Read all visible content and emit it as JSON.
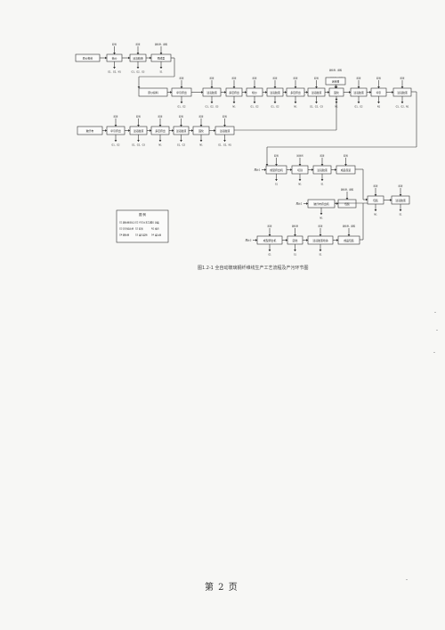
{
  "figure": {
    "caption": "图1.2-1  全自动玻璃钢纤维线生产工艺流程及产污环节图"
  },
  "process_lines": [
    {
      "id": "row1",
      "steps": [
        {
          "id": "r1_s1",
          "label": "原纱投料",
          "above": "",
          "below": ""
        },
        {
          "id": "r1_s2",
          "label": "梳纱",
          "above": "胶液",
          "below": "G1、G2、N1"
        },
        {
          "id": "r1_s3",
          "label": "浸渍胶液",
          "above": "胶液",
          "below": "G1、G2、G3"
        },
        {
          "id": "r1_s4",
          "label": "预成型",
          "above": "固化剂、颜料",
          "below": "S1"
        }
      ]
    },
    {
      "id": "row2",
      "steps": [
        {
          "id": "r2_s1",
          "label": "原纱投料",
          "above": "",
          "below": ""
        },
        {
          "id": "r2_s2",
          "label": "牵引挤出",
          "above": "胶液",
          "below": "G1、G2"
        },
        {
          "id": "r2_s3",
          "label": "浸渍胶液",
          "above": "胶液",
          "below": "G1、G2、G3"
        },
        {
          "id": "r2_s4",
          "label": "多层挤出",
          "above": "胶液",
          "below": "N1"
        },
        {
          "id": "r2_s5",
          "label": "梳纱",
          "above": "胶液",
          "below": "G1、G2"
        },
        {
          "id": "r2_s6",
          "label": "浸渍胶液",
          "above": "胶液",
          "below": "G1、G2"
        },
        {
          "id": "r2_s7",
          "label": "多层挤出",
          "above": "胶液",
          "below": "N1"
        },
        {
          "id": "r2_s8",
          "label": "浸渍胶液",
          "above": "胶液",
          "below": "G1、G2、G3"
        },
        {
          "id": "r2_s9",
          "label": "固化",
          "above": "固化剂、颜料",
          "below": "N1"
        },
        {
          "id": "r2_s10",
          "label": "浸渍胶液",
          "above": "胶液",
          "below": "G1、G2"
        },
        {
          "id": "r2_s11",
          "label": "牵引",
          "above": "胶液",
          "below": "N1"
        },
        {
          "id": "r2_s12",
          "label": "浸渍胶液",
          "above": "胶液",
          "below": "G1、G2、N1"
        }
      ],
      "sub": {
        "label": "涂料槽",
        "above": "固化剂、颜料"
      }
    },
    {
      "id": "row3",
      "steps": [
        {
          "id": "r3_s1",
          "label": "玻纤布",
          "above": "",
          "below": ""
        },
        {
          "id": "r3_s2",
          "label": "牵引挤出",
          "above": "胶液",
          "below": "G1、G2"
        },
        {
          "id": "r3_s3",
          "label": "浸渍胶液",
          "above": "胶液",
          "below": "G1、G2、G3"
        },
        {
          "id": "r3_s4",
          "label": "多层挤出",
          "above": "胶液",
          "below": "N1"
        },
        {
          "id": "r3_s5",
          "label": "浸渍胶液",
          "above": "胶液",
          "below": "G1、G2"
        },
        {
          "id": "r3_s6",
          "label": "固化",
          "above": "胶液",
          "below": "N1"
        },
        {
          "id": "r3_s7",
          "label": "浸渍胶液",
          "above": "胶液",
          "below": "G1、G2、N1"
        }
      ]
    },
    {
      "id": "rowA",
      "tag": "原纱1",
      "steps": [
        {
          "id": "ra_s1",
          "label": "成型挤出机",
          "above": "胶液",
          "below": "S1"
        },
        {
          "id": "ra_s2",
          "label": "切割",
          "above": "固化剂",
          "below": "N1"
        },
        {
          "id": "ra_s3",
          "label": "浸渍胶液",
          "above": "胶液",
          "below": "S1"
        },
        {
          "id": "ra_s4",
          "label": "成品包装",
          "above": "胶液",
          "below": ""
        }
      ]
    },
    {
      "id": "rowB",
      "tag": "原纱2",
      "steps": [
        {
          "id": "rb_s1",
          "label": "玻纤布挤出机",
          "above": "",
          "below": "N1"
        },
        {
          "id": "rb_s2",
          "label": "包装",
          "above": "固化剂、颜料",
          "below": ""
        }
      ]
    },
    {
      "id": "rowC",
      "tag": "原纱3",
      "steps": [
        {
          "id": "rc_s1",
          "label": "成型挤出机",
          "above": "胶液",
          "below": "G1"
        },
        {
          "id": "rc_s2",
          "label": "固化",
          "above": "固化剂",
          "below": "S1"
        },
        {
          "id": "rc_s3",
          "label": "浸渍胶液喷涂",
          "above": "胶液",
          "below": "S1"
        },
        {
          "id": "rc_s4",
          "label": "成品包装",
          "above": "固化剂、颜料",
          "below": ""
        }
      ]
    },
    {
      "id": "rowR",
      "steps": [
        {
          "id": "rr_s1",
          "label": "包装",
          "above": "胶液",
          "below": "N1"
        },
        {
          "id": "rr_s2",
          "label": "浸渍胶液",
          "above": "胶液",
          "below": "S1"
        }
      ]
    }
  ],
  "legend": {
    "title": "图 例",
    "items": [
      [
        "G1",
        "颗粒物(粉尘)"
      ],
      [
        "G2",
        "VOCs(苯乙烯)"
      ],
      [
        "S1",
        "固废"
      ],
      [
        "G3",
        "非甲烷总烃"
      ],
      [
        "S2",
        "胶液"
      ],
      [
        "N1",
        "噪声"
      ],
      [
        "G4",
        "颗粒物"
      ],
      [
        "S3",
        "废包装物"
      ],
      [
        "S4",
        "废边角"
      ]
    ]
  },
  "footer": {
    "page_number": "第 2 页"
  }
}
